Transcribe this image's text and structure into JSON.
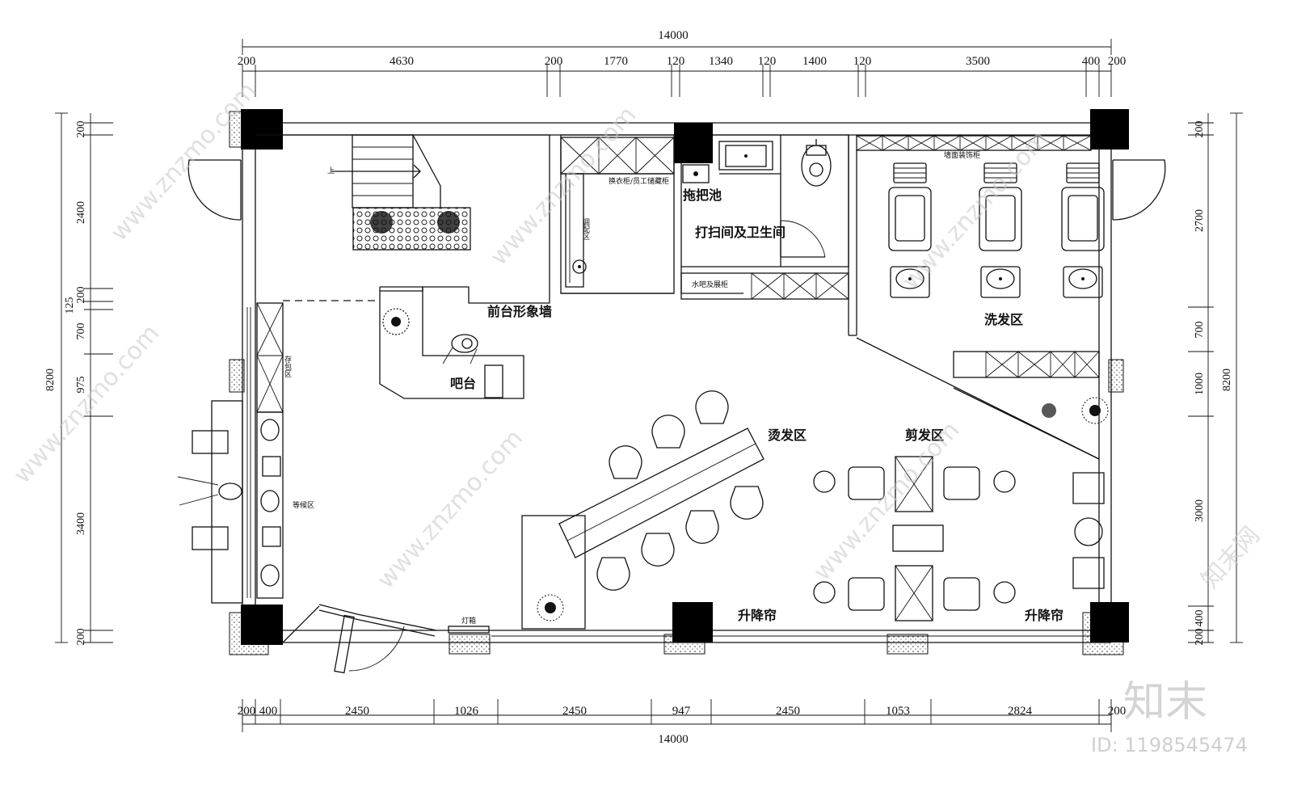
{
  "dimensions": {
    "total_top": "14000",
    "total_bottom": "14000",
    "top_segments": [
      "200",
      "4630",
      "200",
      "1770",
      "120",
      "1340",
      "120",
      "1400",
      "120",
      "3500",
      "400",
      "200"
    ],
    "bottom_segments": [
      "200",
      "400",
      "2450",
      "1026",
      "2450",
      "947",
      "2450",
      "1053",
      "2824",
      "200"
    ],
    "left_total": "8200",
    "left_segments": [
      "200",
      "2400",
      "200",
      "125",
      "700",
      "975",
      "3400",
      "200"
    ],
    "right_total": "8200",
    "right_segments": [
      "200",
      "2700",
      "700",
      "1000",
      "3000",
      "400",
      "200"
    ]
  },
  "rooms": {
    "front_desk_wall": "前台形象墙",
    "bar": "吧台",
    "mop_sink": "拖把池",
    "cleaning_wc": "打扫间及卫生间",
    "water_bar": "水吧及展柜",
    "locker": "换衣柜/员工储藏柜",
    "mixing": "调配区",
    "wall_cabinet": "墙面装饰柜",
    "wash_area": "洗发区",
    "perm_area": "烫发区",
    "cut_area": "剪发区",
    "storage": "存包区",
    "waiting": "等候区",
    "lightbox": "灯箱",
    "blind1": "升降帘",
    "blind2": "升降帘",
    "stair_up": "上"
  },
  "watermark": {
    "site": "www.znzmo.com",
    "cn": "知末网",
    "brand": "知末",
    "id": "ID: 1198545474"
  }
}
